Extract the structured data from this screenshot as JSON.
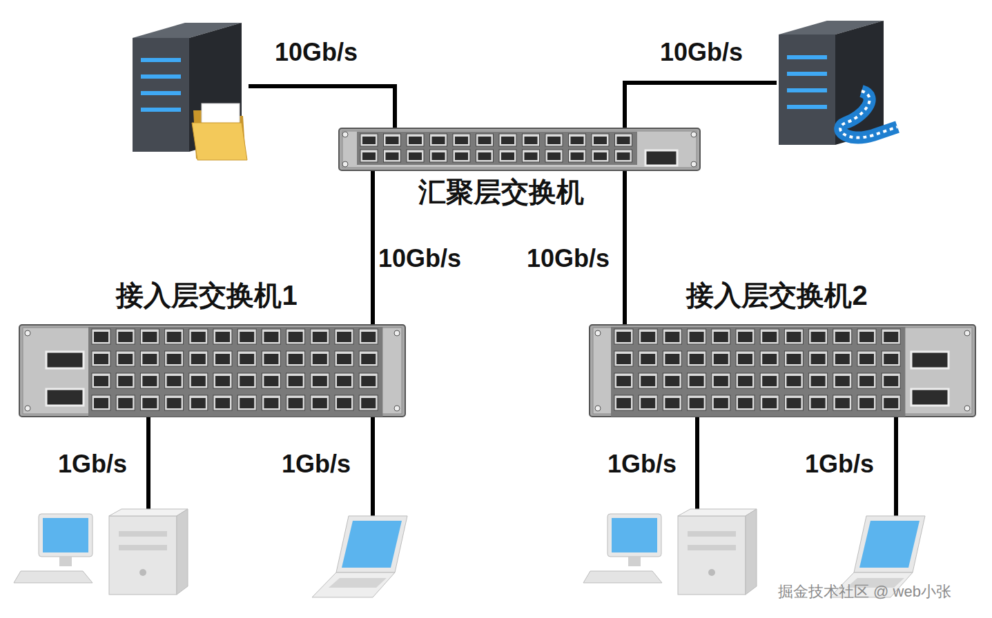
{
  "diagram": {
    "nodes": [
      {
        "text": [
          "汇聚层交换机"
        ]
      },
      {
        "text": [
          "接入层交换机1"
        ]
      },
      {
        "text": [
          "接入层交换机2"
        ]
      }
    ],
    "edges": [
      {
        "from": 0,
        "to": 1,
        "arrow": "none",
        "label": "10Gb/s"
      },
      {
        "from": 0,
        "to": 2,
        "arrow": "none",
        "label": "10Gb/s"
      }
    ],
    "labels": [
      "10Gb/s",
      "10Gb/s",
      "1Gb/s",
      "1Gb/s",
      "1Gb/s",
      "1Gb/s",
      "掘金技术社区 @ web小张"
    ]
  }
}
